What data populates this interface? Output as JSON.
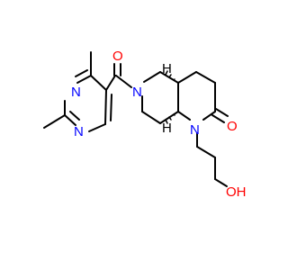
{
  "molecule": {
    "atom_labels": {
      "carbonyl_oxygen": "O",
      "amide_nitrogen": "N",
      "pyrimidine_n3": "N",
      "pyrimidine_n1": "N",
      "lactam_nitrogen": "N",
      "lactam_oxygen": "O",
      "hydroxyl_group": "OH"
    },
    "stereo_labels": {
      "c4a": "H",
      "c8a": "H"
    },
    "colors": {
      "bond": "#000000",
      "oxygen": "#ff0000",
      "nitrogen": "#0000ff"
    }
  }
}
